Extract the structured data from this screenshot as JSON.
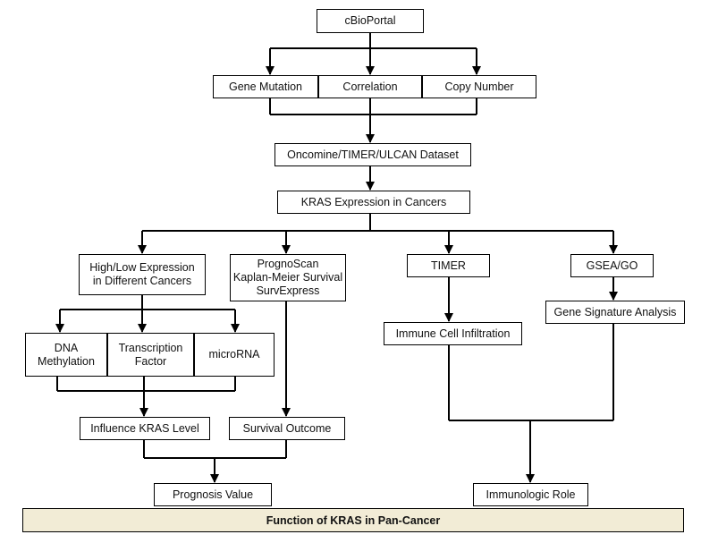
{
  "nodes": {
    "cbioportal": "cBioPortal",
    "gene_mutation": "Gene Mutation",
    "correlation": "Correlation",
    "copy_number": "Copy Number",
    "oncomine": "Oncomine/TIMER/ULCAN Dataset",
    "kras_expression": "KRAS Expression in Cancers",
    "high_low": [
      "High/Low Expression",
      "in Different Cancers"
    ],
    "prognoscan": [
      "PrognoScan",
      "Kaplan-Meier Survival",
      "SurvExpress"
    ],
    "timer": "TIMER",
    "gsea_go": "GSEA/GO",
    "dna_methylation": [
      "DNA",
      "Methylation"
    ],
    "transcription_factor": [
      "Transcription",
      "Factor"
    ],
    "microrna": "microRNA",
    "gene_signature": "Gene Signature Analysis",
    "immune_cell": "Immune Cell Infiltration",
    "influence_kras": "Influence KRAS Level",
    "survival_outcome": "Survival Outcome",
    "prognosis_value": "Prognosis Value",
    "immunologic_role": "Immunologic Role"
  },
  "footer": "Function of KRAS in Pan-Cancer",
  "colors": {
    "line": "#000000",
    "box_border": "#000000",
    "footer_bg": "#f2ecd6"
  }
}
